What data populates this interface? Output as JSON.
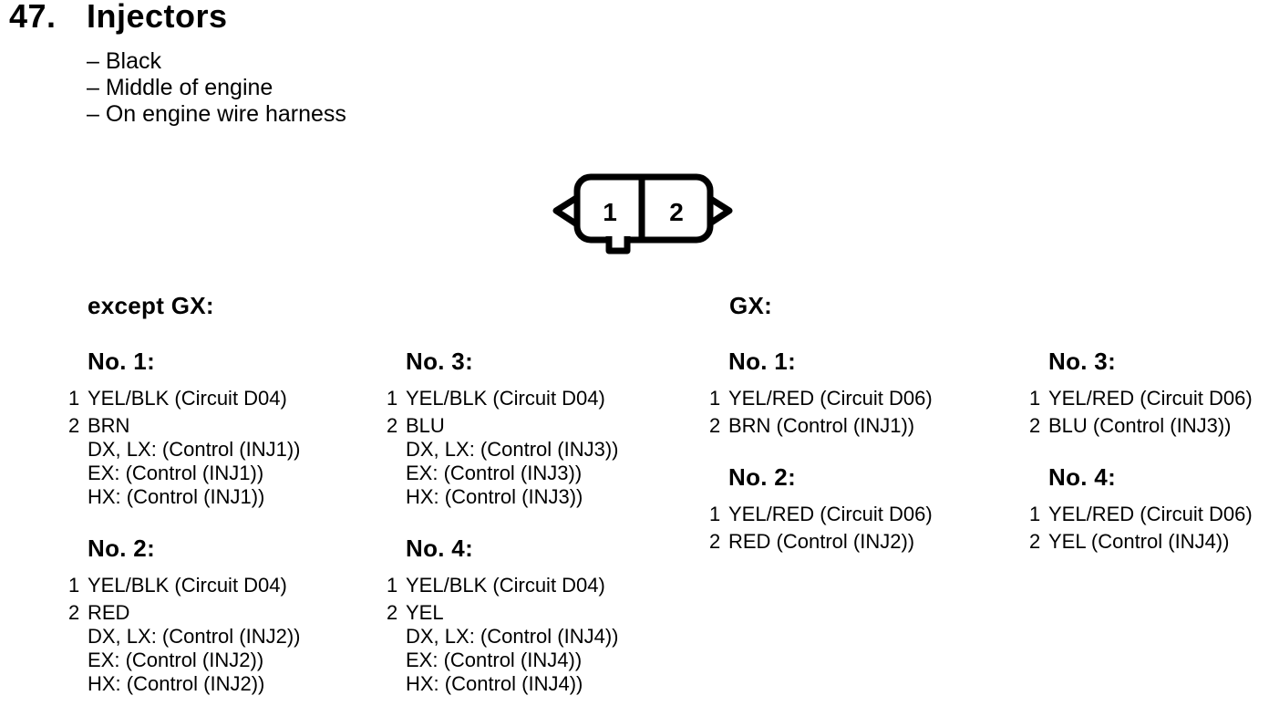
{
  "page": {
    "section_number": "47.",
    "title": "Injectors",
    "bullets": [
      "– Black",
      "– Middle of engine",
      "– On engine wire harness"
    ],
    "text_color": "#000000",
    "background_color": "#ffffff"
  },
  "connector": {
    "cavity_1": "1",
    "cavity_2": "2"
  },
  "variants": {
    "left": {
      "label": "except GX:"
    },
    "right": {
      "label": "GX:"
    }
  },
  "blocks": [
    {
      "variant": "except GX",
      "heading": "No. 1:",
      "pins": [
        {
          "num": "1",
          "lines": [
            "YEL/BLK (Circuit D04)"
          ]
        },
        {
          "num": "2",
          "lines": [
            "BRN",
            "DX, LX: (Control (INJ1))",
            "EX: (Control (INJ1))",
            "HX: (Control (INJ1))"
          ]
        }
      ]
    },
    {
      "variant": "except GX",
      "heading": "No. 2:",
      "pins": [
        {
          "num": "1",
          "lines": [
            "YEL/BLK (Circuit D04)"
          ]
        },
        {
          "num": "2",
          "lines": [
            "RED",
            "DX, LX: (Control (INJ2))",
            "EX: (Control (INJ2))",
            "HX: (Control (INJ2))"
          ]
        }
      ]
    },
    {
      "variant": "except GX",
      "heading": "No. 3:",
      "pins": [
        {
          "num": "1",
          "lines": [
            "YEL/BLK (Circuit D04)"
          ]
        },
        {
          "num": "2",
          "lines": [
            "BLU",
            "DX, LX: (Control (INJ3))",
            "EX: (Control (INJ3))",
            "HX: (Control (INJ3))"
          ]
        }
      ]
    },
    {
      "variant": "except GX",
      "heading": "No. 4:",
      "pins": [
        {
          "num": "1",
          "lines": [
            "YEL/BLK (Circuit D04)"
          ]
        },
        {
          "num": "2",
          "lines": [
            "YEL",
            "DX, LX: (Control (INJ4))",
            "EX: (Control (INJ4))",
            "HX: (Control (INJ4))"
          ]
        }
      ]
    },
    {
      "variant": "GX",
      "heading": "No. 1:",
      "pins": [
        {
          "num": "1",
          "lines": [
            "YEL/RED (Circuit D06)"
          ]
        },
        {
          "num": "2",
          "lines": [
            "BRN (Control (INJ1))"
          ]
        }
      ]
    },
    {
      "variant": "GX",
      "heading": "No. 2:",
      "pins": [
        {
          "num": "1",
          "lines": [
            "YEL/RED (Circuit D06)"
          ]
        },
        {
          "num": "2",
          "lines": [
            "RED (Control (INJ2))"
          ]
        }
      ]
    },
    {
      "variant": "GX",
      "heading": "No. 3:",
      "pins": [
        {
          "num": "1",
          "lines": [
            "YEL/RED (Circuit D06)"
          ]
        },
        {
          "num": "2",
          "lines": [
            "BLU (Control (INJ3))"
          ]
        }
      ]
    },
    {
      "variant": "GX",
      "heading": "No. 4:",
      "pins": [
        {
          "num": "1",
          "lines": [
            "YEL/RED (Circuit D06)"
          ]
        },
        {
          "num": "2",
          "lines": [
            "YEL (Control (INJ4))"
          ]
        }
      ]
    }
  ]
}
